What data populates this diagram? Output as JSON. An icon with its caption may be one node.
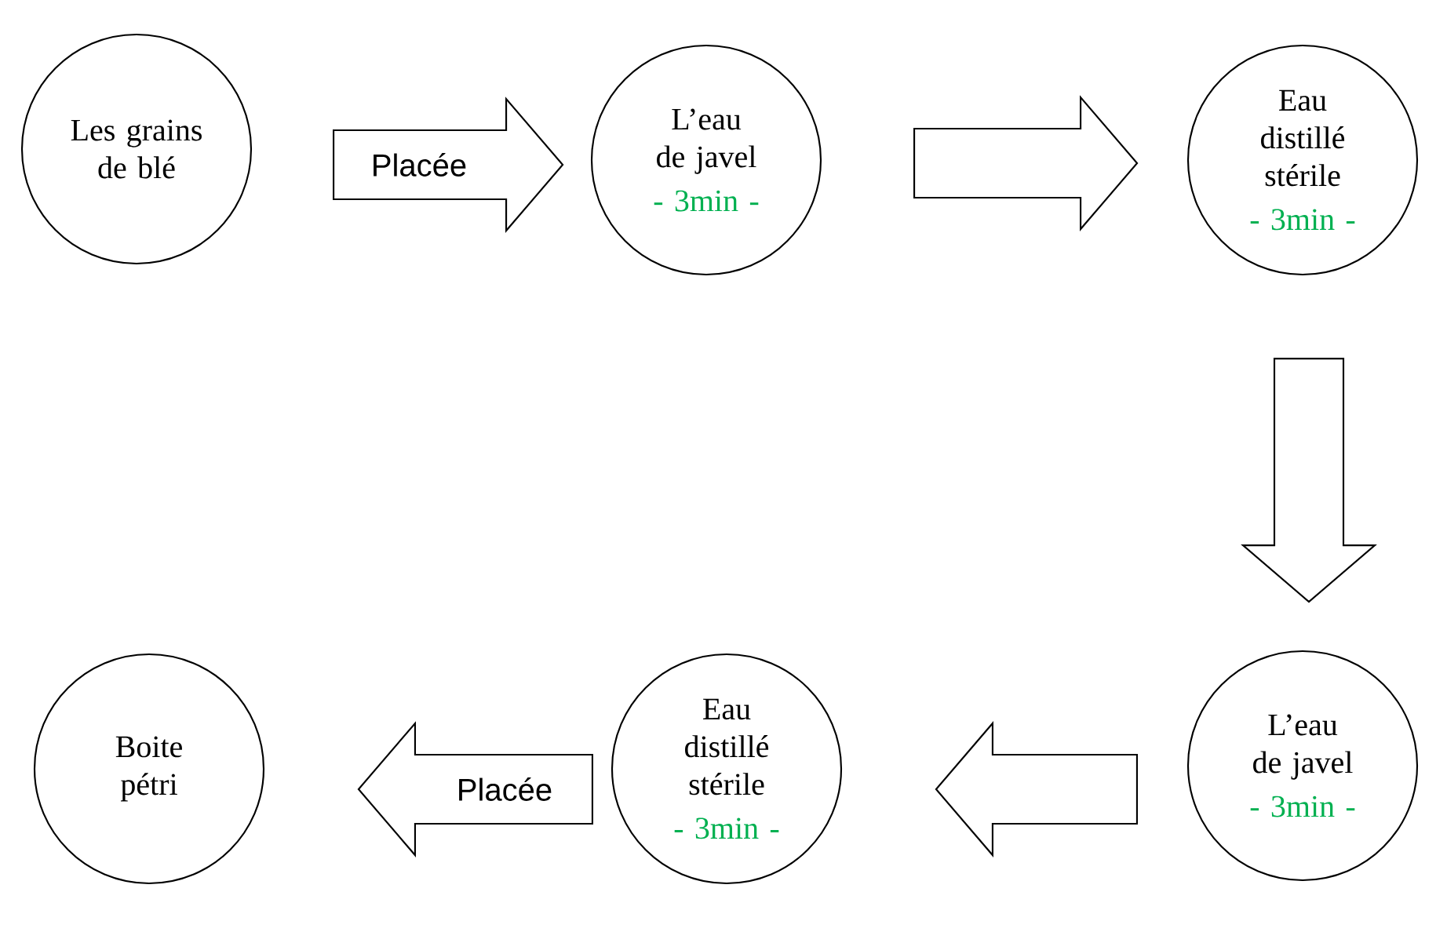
{
  "diagram": {
    "nodes": [
      {
        "text": [
          "Les grains de blé"
        ]
      },
      {
        "text": [
          "L’eau de javel",
          "- 3min -"
        ]
      },
      {
        "text": [
          "Eau distillé stérile",
          "- 3min -"
        ]
      },
      {
        "text": [
          "L’eau de javel",
          "- 3min -"
        ]
      },
      {
        "text": [
          "Eau distillé stérile",
          "- 3min -"
        ]
      },
      {
        "text": [
          "Boite pétri"
        ]
      }
    ],
    "edges": [
      {
        "from": 0,
        "to": 1,
        "arrow": "to",
        "label": "Placée"
      },
      {
        "from": 1,
        "to": 2,
        "arrow": "to"
      },
      {
        "from": 2,
        "to": 3,
        "arrow": "to"
      },
      {
        "from": 3,
        "to": 4,
        "arrow": "to"
      },
      {
        "from": 4,
        "to": 5,
        "arrow": "to",
        "label": "Placée"
      }
    ]
  }
}
